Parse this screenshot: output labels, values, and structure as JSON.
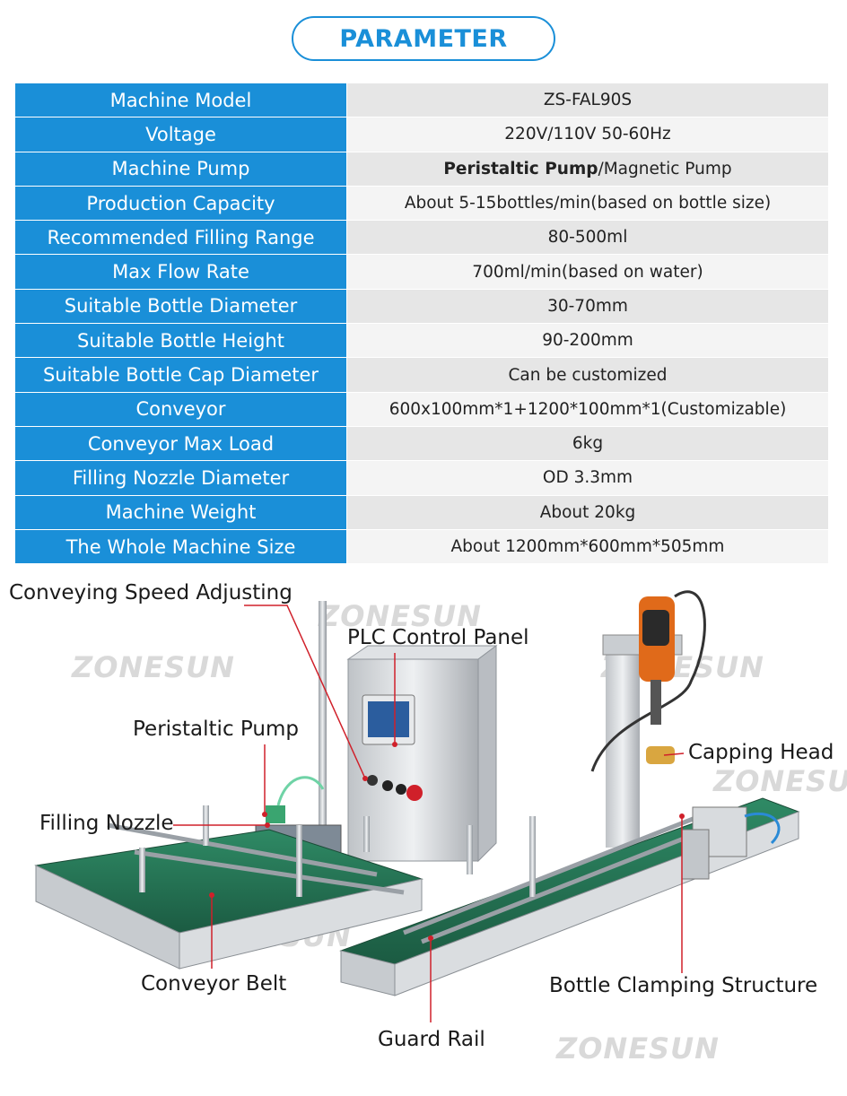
{
  "header": {
    "title": "PARAMETER"
  },
  "parameters": [
    {
      "label": "Machine Model",
      "value": "ZS-FAL90S"
    },
    {
      "label": "Voltage",
      "value": "220V/110V 50-60Hz"
    },
    {
      "label": "Machine Pump",
      "value_bold": "Peristaltic Pump",
      "value": "/Magnetic Pump"
    },
    {
      "label": "Production Capacity",
      "value": "About 5-15bottles/min(based on bottle size)"
    },
    {
      "label": "Recommended Filling Range",
      "value": "80-500ml"
    },
    {
      "label": "Max Flow Rate",
      "value": "700ml/min(based on water)"
    },
    {
      "label": "Suitable Bottle Diameter",
      "value": "30-70mm"
    },
    {
      "label": "Suitable Bottle Height",
      "value": "90-200mm"
    },
    {
      "label": "Suitable Bottle Cap Diameter",
      "value": "Can be customized"
    },
    {
      "label": "Conveyor",
      "value": "600x100mm*1+1200*100mm*1(Customizable)"
    },
    {
      "label": "Conveyor Max Load",
      "value": "6kg"
    },
    {
      "label": "Filling Nozzle Diameter",
      "value": "OD 3.3mm"
    },
    {
      "label": "Machine Weight",
      "value": "About 20kg"
    },
    {
      "label": "The Whole Machine Size",
      "value": "About 1200mm*600mm*505mm"
    }
  ],
  "diagram": {
    "labels": {
      "speed": "Conveying Speed Adjusting",
      "plc": "PLC Control Panel",
      "pump": "Peristaltic Pump",
      "capping": "Capping Head",
      "nozzle": "Filling Nozzle",
      "belt": "Conveyor Belt",
      "clamp": "Bottle Clamping Structure",
      "rail": "Guard Rail"
    },
    "watermark": "ZONESUN"
  },
  "colors": {
    "accent": "#1a8fd8",
    "leader": "#d0202a",
    "belt": "#1f6b4f"
  }
}
